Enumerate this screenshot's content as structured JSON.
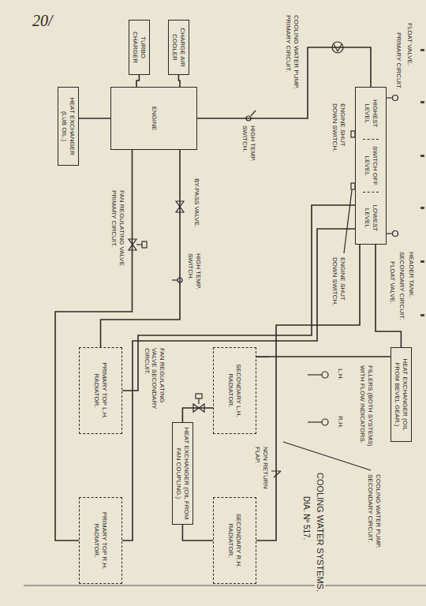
{
  "diagram": {
    "title": "COOLING WATER SYSTEMS.",
    "caption": "DIA. Nº 517.",
    "nodes": [
      {
        "text": [
          "HIGHEST LEVEL",
          "SWITCH OFF LEVEL",
          "LOWEST LEVEL"
        ]
      },
      {
        "text": [
          "CHARGE AIR COOLER"
        ]
      },
      {
        "text": [
          "TURBO CHARGER"
        ]
      },
      {
        "text": [
          "ENGINE"
        ]
      },
      {
        "text": [
          "HEAT EXCHANGER (LUB OIL.)"
        ]
      },
      {
        "text": [
          "PRIMARY TOP L.H. RADIATOR."
        ]
      },
      {
        "text": [
          "PRIMARY TOP R.H. RADIATOR."
        ]
      },
      {
        "text": [
          "SECONDARY L.H. RADIATOR."
        ]
      },
      {
        "text": [
          "HEAT EXCHANGER (OIL FROM FAN COUPLING.)"
        ]
      },
      {
        "text": [
          "SECONDARY R.H. RADIATOR."
        ]
      },
      {
        "text": [
          "HEAT EXCHANGER (OIL FROM BEVEL GEAR.)"
        ]
      }
    ],
    "edges": [
      {
        "from": 0,
        "to": 3,
        "arrow": "none"
      },
      {
        "from": 3,
        "to": 5,
        "arrow": "none"
      },
      {
        "from": 3,
        "to": 6,
        "arrow": "none"
      },
      {
        "from": 5,
        "to": 0,
        "arrow": "none"
      },
      {
        "from": 6,
        "to": 0,
        "arrow": "none"
      },
      {
        "from": 0,
        "to": 10,
        "arrow": "none"
      },
      {
        "from": 10,
        "to": 7,
        "arrow": "none"
      },
      {
        "from": 7,
        "to": 8,
        "arrow": "none"
      },
      {
        "from": 8,
        "to": 9,
        "arrow": "none"
      },
      {
        "from": 9,
        "to": 0,
        "arrow": "none"
      },
      {
        "from": 1,
        "to": 3,
        "arrow": "none"
      },
      {
        "from": 2,
        "to": 3,
        "arrow": "none"
      },
      {
        "from": 3,
        "to": 4,
        "arrow": "none"
      }
    ],
    "labels": [
      "20/",
      "FLOAT VALVE.",
      "PRIMARY CIRCUIT.",
      "HEADER TANK.",
      "SECONDARY CIRCUIT.",
      "FLOAT VALVE.",
      "ENGINE SHUT DOWN SWITCH.",
      "ENGINE SHUT DOWN SWITCH.",
      "COOLING WATER PUMP. PRIMARY CIRCUIT.",
      "HIGH TEMP. SWITCH.",
      "BY-PASS VALVE.",
      "HIGH TEMP. SWITCH.",
      "FAN REGULATING VALVE PRIMARY CIRCUIT.",
      "FAN REGULATING VALVE SECONDARY CIRCUIT.",
      "FILLERS (BOTH SYSTEMS) WITH FLOW INDICATORS.",
      "L.H.",
      "R.H.",
      "COOLING WATER PUMP. SECONDARY CIRCUIT.",
      "NON RETURN FLAP."
    ]
  }
}
